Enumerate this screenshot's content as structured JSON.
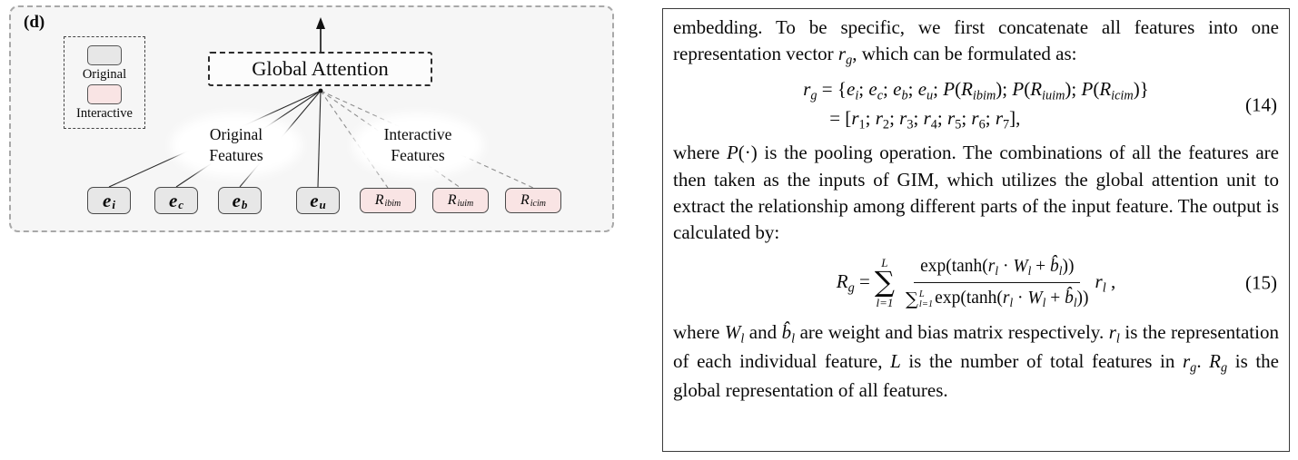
{
  "figure": {
    "panel_label": "(d)",
    "legend": {
      "original": "Original",
      "interactive": "Interactive"
    },
    "global_attention": "Global Attention",
    "groups": {
      "original_line1": "Original",
      "original_line2": "Features",
      "interactive_line1": "Interactive",
      "interactive_line2": "Features"
    },
    "nodes": [
      {
        "base": "e",
        "sub": "i",
        "type": "original"
      },
      {
        "base": "e",
        "sub": "c",
        "type": "original"
      },
      {
        "base": "e",
        "sub": "b",
        "type": "original"
      },
      {
        "base": "e",
        "sub": "u",
        "type": "original"
      },
      {
        "base": "R",
        "sub": "ibim",
        "type": "interactive"
      },
      {
        "base": "R",
        "sub": "iuim",
        "type": "interactive"
      },
      {
        "base": "R",
        "sub": "icim",
        "type": "interactive"
      }
    ],
    "colors": {
      "original_fill": "#e7e7e7",
      "interactive_fill": "#f9e4e4"
    }
  },
  "text": {
    "para1": [
      [
        "embedding. To be specific, we first concatenate all features into one representation vector ",
        ""
      ],
      [
        "r",
        "i"
      ],
      [
        "g",
        "subi"
      ],
      [
        ", which can be formulated as:",
        ""
      ]
    ],
    "eq14": {
      "line1": [
        [
          "r",
          "i"
        ],
        [
          "g",
          "subi"
        ],
        [
          " = {",
          ""
        ],
        [
          "e",
          "i"
        ],
        [
          "i",
          "subi"
        ],
        [
          "; ",
          ""
        ],
        [
          "e",
          "i"
        ],
        [
          "c",
          "subi"
        ],
        [
          "; ",
          ""
        ],
        [
          "e",
          "i"
        ],
        [
          "b",
          "subi"
        ],
        [
          "; ",
          ""
        ],
        [
          "e",
          "i"
        ],
        [
          "u",
          "subi"
        ],
        [
          "; ",
          ""
        ],
        [
          "P",
          "i"
        ],
        [
          "(",
          ""
        ],
        [
          "R",
          "i"
        ],
        [
          "ibim",
          "subi"
        ],
        [
          "); ",
          ""
        ],
        [
          "P",
          "i"
        ],
        [
          "(",
          ""
        ],
        [
          "R",
          "i"
        ],
        [
          "iuim",
          "subi"
        ],
        [
          "); ",
          ""
        ],
        [
          "P",
          "i"
        ],
        [
          "(",
          ""
        ],
        [
          "R",
          "i"
        ],
        [
          "icim",
          "subi"
        ],
        [
          ")}",
          ""
        ]
      ],
      "line2": [
        [
          "= [",
          ""
        ],
        [
          "r",
          "i"
        ],
        [
          "1",
          "sub"
        ],
        [
          "; ",
          ""
        ],
        [
          "r",
          "i"
        ],
        [
          "2",
          "sub"
        ],
        [
          "; ",
          ""
        ],
        [
          "r",
          "i"
        ],
        [
          "3",
          "sub"
        ],
        [
          "; ",
          ""
        ],
        [
          "r",
          "i"
        ],
        [
          "4",
          "sub"
        ],
        [
          "; ",
          ""
        ],
        [
          "r",
          "i"
        ],
        [
          "5",
          "sub"
        ],
        [
          "; ",
          ""
        ],
        [
          "r",
          "i"
        ],
        [
          "6",
          "sub"
        ],
        [
          "; ",
          ""
        ],
        [
          "r",
          "i"
        ],
        [
          "7",
          "sub"
        ],
        [
          "],",
          ""
        ]
      ],
      "number": "(14)"
    },
    "para2": [
      [
        "where ",
        ""
      ],
      [
        "P",
        "i"
      ],
      [
        "(·) is the pooling operation. The combinations of all the features are then taken as the inputs of GIM, which utilizes the global attention unit to extract the relationship among different parts of the input feature. The output is calculated by:",
        ""
      ]
    ],
    "eq15": {
      "lhs": [
        [
          "R",
          "i"
        ],
        [
          "g",
          "subi"
        ],
        [
          " = ",
          ""
        ]
      ],
      "sum_top": "L",
      "sum_sym": "∑",
      "sum_bot": "l=1",
      "num": [
        [
          "exp(tanh(",
          ""
        ],
        [
          "r",
          "i"
        ],
        [
          "l",
          "subi"
        ],
        [
          " · ",
          ""
        ],
        [
          "W",
          "i"
        ],
        [
          "l",
          "subi"
        ],
        [
          " + ",
          ""
        ],
        [
          "b̂",
          "i"
        ],
        [
          "l",
          "subi"
        ],
        [
          "))",
          ""
        ]
      ],
      "den_sum_sym": "∑",
      "den_sum_top": "L",
      "den_sum_bot": "l=1",
      "den_rest": [
        [
          " exp(tanh(",
          ""
        ],
        [
          "r",
          "i"
        ],
        [
          "l",
          "subi"
        ],
        [
          " · ",
          ""
        ],
        [
          "W",
          "i"
        ],
        [
          "l",
          "subi"
        ],
        [
          " + ",
          ""
        ],
        [
          "b̂",
          "i"
        ],
        [
          "l",
          "subi"
        ],
        [
          "))",
          ""
        ]
      ],
      "rhs": [
        [
          " ",
          ""
        ],
        [
          "r",
          "i"
        ],
        [
          "l",
          "subi"
        ],
        [
          " ,",
          ""
        ]
      ],
      "number": "(15)"
    },
    "para3": [
      [
        "where ",
        ""
      ],
      [
        "W",
        "i"
      ],
      [
        "l",
        "subi"
      ],
      [
        " and ",
        ""
      ],
      [
        "b̂",
        "i"
      ],
      [
        "l",
        "subi"
      ],
      [
        " are weight and bias matrix respectively. ",
        ""
      ],
      [
        "r",
        "i"
      ],
      [
        "l",
        "subi"
      ],
      [
        " is the representation of each individual feature, ",
        ""
      ],
      [
        "L",
        "i"
      ],
      [
        " is the number of total features in ",
        ""
      ],
      [
        "r",
        "i"
      ],
      [
        "g",
        "subi"
      ],
      [
        ". ",
        ""
      ],
      [
        "R",
        "i"
      ],
      [
        "g",
        "subi"
      ],
      [
        " is the global representation of all features.",
        ""
      ]
    ]
  }
}
